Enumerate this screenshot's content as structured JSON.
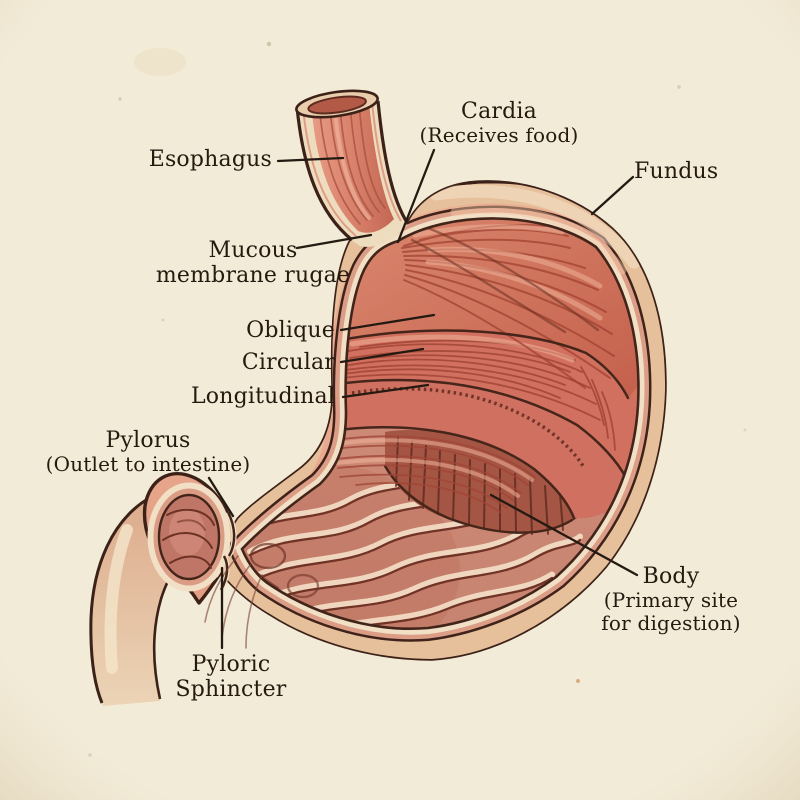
{
  "palette": {
    "background": "#f2ebd7",
    "ink": "#26190f",
    "outline": "#3b2118",
    "serosa_pink": "#e8a88e",
    "serosa_tan": "#e6bf9b",
    "muscle_red": "#c66150",
    "rugae_pink": "#cd8d7b",
    "cut_rim_cream": "#f2e0c6"
  },
  "labels": {
    "esophagus": {
      "line1": "Esophagus"
    },
    "cardia": {
      "line1": "Cardia",
      "line2": "(Receives food)"
    },
    "fundus": {
      "line1": "Fundus"
    },
    "mucous_membrane_rugae": {
      "line1": "Mucous",
      "line2": "membrane rugae"
    },
    "oblique": {
      "line1": "Oblique"
    },
    "circular": {
      "line1": "Circular"
    },
    "longitudinal": {
      "line1": "Longitudinal"
    },
    "pylorus": {
      "line1": "Pylorus",
      "line2": "(Outlet to intestine)"
    },
    "body": {
      "line1": "Body",
      "line2": "(Primary site",
      "line3": "for digestion)"
    },
    "pyloric_sphincter": {
      "line1": "Pyloric",
      "line2": "Sphincter"
    }
  }
}
